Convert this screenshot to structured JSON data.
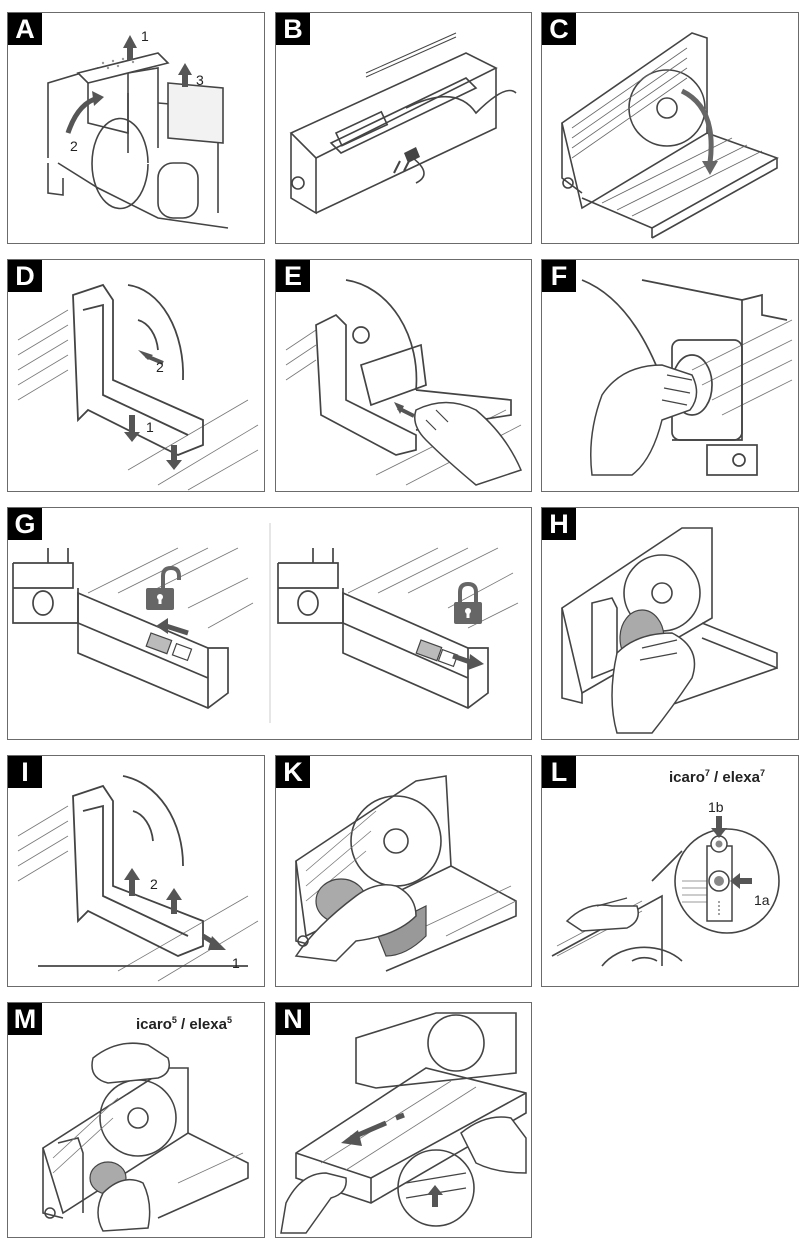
{
  "panels": {
    "A": {
      "label": "A",
      "step1": "1",
      "step2": "2",
      "step3": "3"
    },
    "B": {
      "label": "B"
    },
    "C": {
      "label": "C"
    },
    "D": {
      "label": "D",
      "step1": "1",
      "step2": "2"
    },
    "E": {
      "label": "E"
    },
    "F": {
      "label": "F"
    },
    "G": {
      "label": "G"
    },
    "H": {
      "label": "H"
    },
    "I": {
      "label": "I",
      "step1": "1",
      "step2": "2"
    },
    "K": {
      "label": "K"
    },
    "L": {
      "label": "L",
      "model_a": "icaro",
      "model_a_sup": "7",
      "sep": " / ",
      "model_b": "elexa",
      "model_b_sup": "7",
      "step1a": "1a",
      "step1b": "1b"
    },
    "M": {
      "label": "M",
      "model_a": "icaro",
      "model_a_sup": "5",
      "sep": " / ",
      "model_b": "elexa",
      "model_b_sup": "5"
    },
    "N": {
      "label": "N"
    }
  },
  "colors": {
    "line": "#444444",
    "arrow": "#555555",
    "food": "#9a9a9a",
    "label_bg": "#000000"
  },
  "icons": {
    "G_left": "padlock-open-icon",
    "G_right": "padlock-closed-icon"
  }
}
